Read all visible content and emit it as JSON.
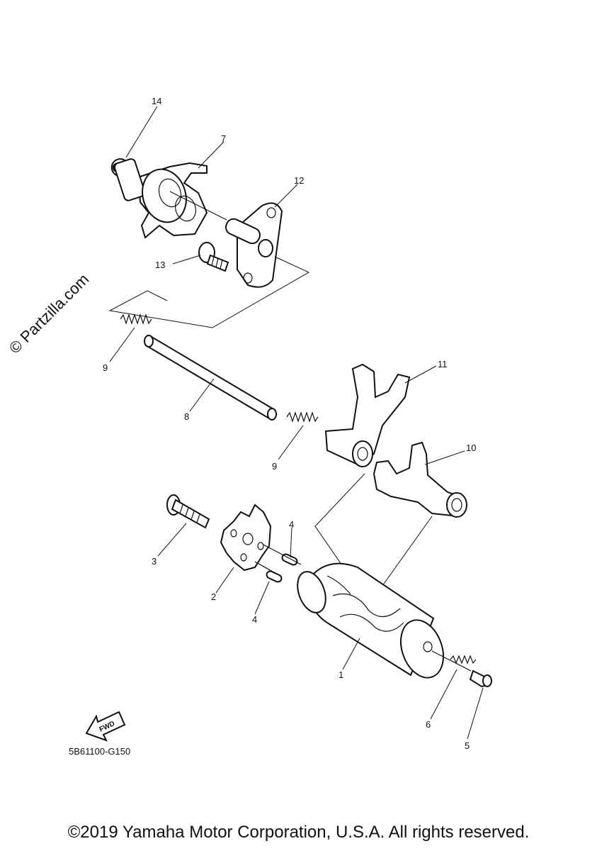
{
  "watermark": "© Partzilla.com",
  "part_code": "5B61100-G150",
  "fwd_label": "FWD",
  "copyright": "©2019 Yamaha Motor Corporation, U.S.A. All rights reserved.",
  "callouts": {
    "c1": "1",
    "c2": "2",
    "c3": "3",
    "c4a": "4",
    "c4b": "4",
    "c5": "5",
    "c6": "6",
    "c7": "7",
    "c8": "8",
    "c9a": "9",
    "c9b": "9",
    "c10": "10",
    "c11": "11",
    "c12": "12",
    "c13": "13",
    "c14": "14"
  }
}
